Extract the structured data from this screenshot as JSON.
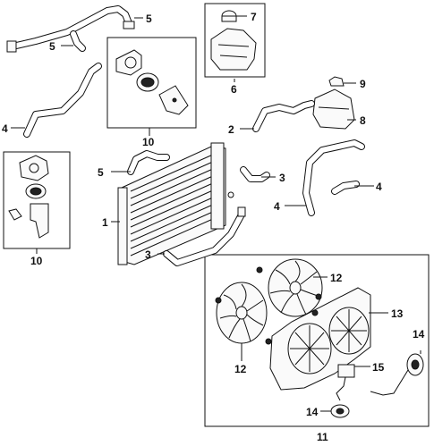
{
  "callouts": {
    "c1": "1",
    "c2": "2",
    "c3a": "3",
    "c3b": "3",
    "c4a": "4",
    "c4b": "4",
    "c4c": "4",
    "c5a": "5",
    "c5b": "5",
    "c5c": "5",
    "c6": "6",
    "c7": "7",
    "c8": "8",
    "c9": "9",
    "c10a": "10",
    "c10b": "10",
    "c11": "11",
    "c12a": "12",
    "c12b": "12",
    "c13": "13",
    "c14a": "14",
    "c14b": "14",
    "c15": "15"
  },
  "icons": {
    "radiator": "radiator-icon",
    "fan": "cooling-fan-icon",
    "shroud": "fan-shroud-icon",
    "pump": "water-pump-icon",
    "reservoir": "coolant-reservoir-icon",
    "cap": "reservoir-cap-icon",
    "hose": "coolant-hose-icon",
    "motor": "fan-motor-icon",
    "resistor": "resistor-icon"
  },
  "colors": {
    "line": "#111111",
    "background": "#ffffff"
  }
}
